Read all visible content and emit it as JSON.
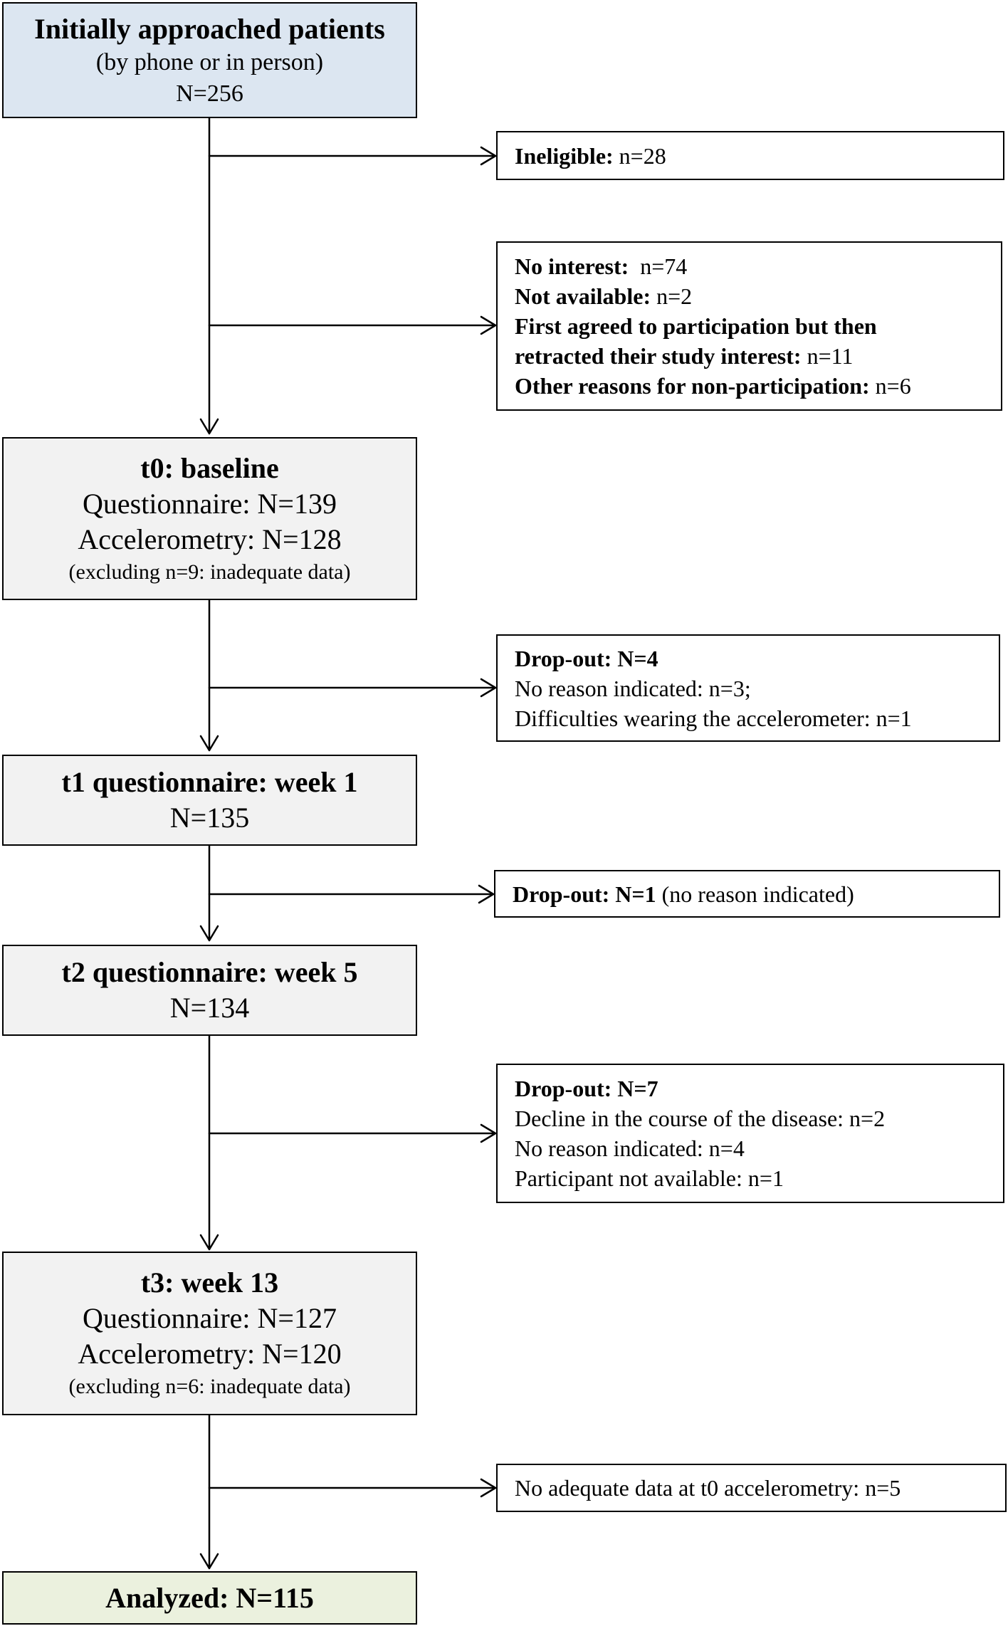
{
  "flow": {
    "enrolled": {
      "title": "Initially approached patients",
      "subtitle": "(by phone or in person)",
      "count": "N=256"
    },
    "ineligible": {
      "label": "Ineligible:",
      "value": " n=28"
    },
    "non_participation": [
      {
        "label": "No interest:",
        "value": "  n=74"
      },
      {
        "label": "Not available:",
        "value": " n=2"
      },
      {
        "label": "First agreed to participation but then",
        "value": ""
      },
      {
        "label": "retracted their study interest:",
        "value": " n=11"
      },
      {
        "label": "Other reasons for non-participation:",
        "value": " n=6"
      }
    ],
    "t0": {
      "title": "t0: baseline",
      "questionnaire": "Questionnaire: N=139",
      "accelerometry": "Accelerometry: N=128",
      "note": "(excluding n=9: inadequate data)"
    },
    "dropout_t0_t1": {
      "heading": "Drop-out: N=4",
      "lines": [
        "No reason indicated: n=3;",
        "Difficulties wearing the accelerometer: n=1"
      ]
    },
    "t1": {
      "title": "t1 questionnaire: week 1",
      "count": "N=135"
    },
    "dropout_t1_t2": {
      "heading": "Drop-out: N=1",
      "detail": " (no reason indicated)"
    },
    "t2": {
      "title": "t2 questionnaire: week 5",
      "count": "N=134"
    },
    "dropout_t2_t3": {
      "heading": "Drop-out: N=7",
      "lines": [
        "Decline in the course of the disease: n=2",
        "No reason indicated: n=4",
        "Participant not available: n=1"
      ]
    },
    "t3": {
      "title": "t3: week 13",
      "questionnaire": "Questionnaire: N=127",
      "accelerometry": "Accelerometry: N=120",
      "note": "(excluding n=6: inadequate data)"
    },
    "excluded_t0_accel": {
      "text": "No adequate data at t0 accelerometry: n=5"
    },
    "analyzed": {
      "title": "Analyzed: N=115"
    }
  }
}
